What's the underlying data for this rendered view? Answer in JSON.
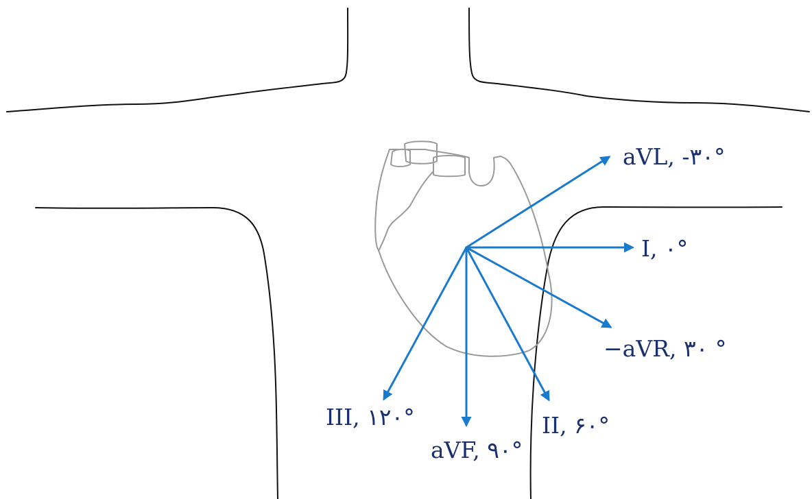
{
  "colors": {
    "arrow": "#1a7acb",
    "label": "#1a2f6e",
    "body_outline": "#111111",
    "heart_outline": "#9a9a9a"
  },
  "leads": [
    {
      "id": "avl",
      "label": "aVL, -۳۰°",
      "angle_deg": -30
    },
    {
      "id": "i",
      "label": "I, ۰°",
      "angle_deg": 0
    },
    {
      "id": "minus-avr",
      "label": "−aVR, ۳۰ °",
      "angle_deg": 30
    },
    {
      "id": "ii",
      "label": "II, ۶۰°",
      "angle_deg": 60
    },
    {
      "id": "avf",
      "label": "aVF, ۹۰°",
      "angle_deg": 90
    },
    {
      "id": "iii",
      "label": "III, ۱۲۰°",
      "angle_deg": 120
    }
  ]
}
